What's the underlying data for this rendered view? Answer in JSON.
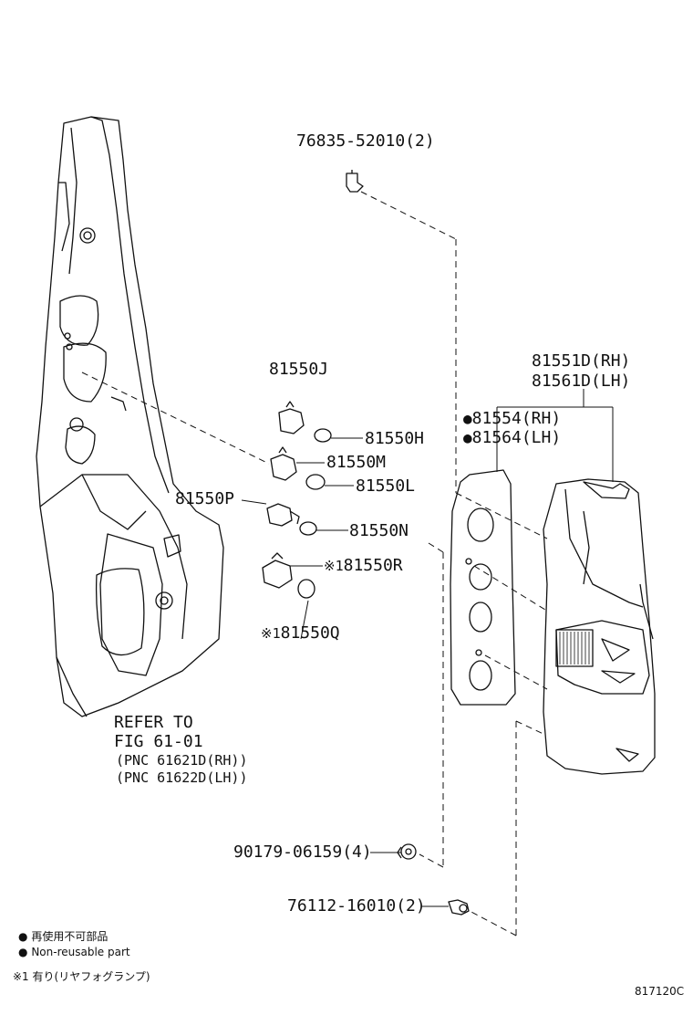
{
  "parts": {
    "clip_76835": "76835-52010(2)",
    "lamp_assy_rh": "81551D(RH)",
    "lamp_assy_lh": "81561D(LH)",
    "bulb_81550J": "81550J",
    "bulb_81550H": "81550H",
    "bulb_81550M": "81550M",
    "bulb_81550L": "81550L",
    "bulb_81550P": "81550P",
    "bulb_81550N": "81550N",
    "bulb_81550R": "81550R",
    "bulb_81550Q": "81550Q",
    "gasket_rh": "81554(RH)",
    "gasket_lh": "81564(LH)",
    "nut_90179": "90179-06159(4)",
    "screw_76112": "76112-16010(2)"
  },
  "refer": {
    "line1": "REFER TO",
    "line2": "FIG 61-01",
    "line3": "(PNC 61621D(RH))",
    "line4": "(PNC 61622D(LH))"
  },
  "marks": {
    "bullet": "●",
    "note1": "※1"
  },
  "legend": {
    "jp_nonreusable": "再使用不可部品",
    "en_nonreusable": "Non-reusable part",
    "jp_note1": "有り(リヤフォグランプ)"
  },
  "figure_code": "817120C"
}
